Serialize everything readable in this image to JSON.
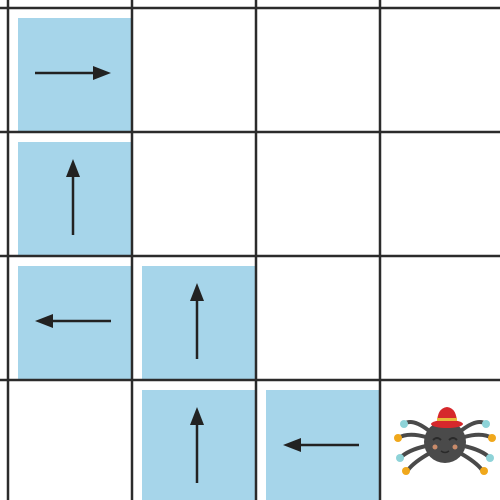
{
  "puzzle": {
    "grid": {
      "rows": 4,
      "cols": 4
    },
    "colors": {
      "path": "#a6d5ea",
      "grid_line": "#2b2b2b",
      "arrow": "#222222",
      "background": "#ffffff",
      "spider_body": "#4a4a4a",
      "hat": "#d6282c",
      "hat_band": "#e8b83a",
      "boot": "#f0a81c",
      "sock": "#8ed3d8"
    },
    "path_cells": [
      {
        "row": 0,
        "col": 0,
        "arrow": "right"
      },
      {
        "row": 1,
        "col": 0,
        "arrow": "up"
      },
      {
        "row": 2,
        "col": 0,
        "arrow": "left"
      },
      {
        "row": 2,
        "col": 1,
        "arrow": "up"
      },
      {
        "row": 3,
        "col": 1,
        "arrow": "up"
      },
      {
        "row": 3,
        "col": 2,
        "arrow": "left"
      }
    ],
    "character": {
      "row": 3,
      "col": 3,
      "icon": "spider-with-red-hat-icon"
    }
  }
}
